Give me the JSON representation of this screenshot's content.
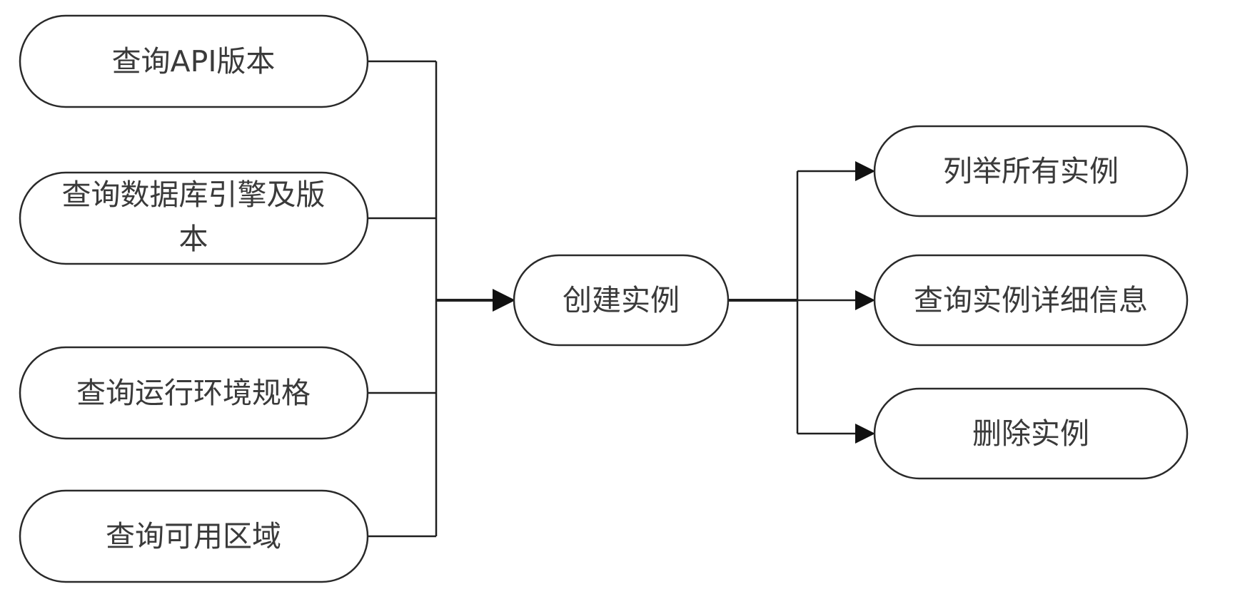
{
  "inputs": [
    {
      "id": "query-api-version",
      "lines": [
        "查询API版本"
      ]
    },
    {
      "id": "query-db-engine-version",
      "lines": [
        "查询数据库引擎及版",
        "本"
      ]
    },
    {
      "id": "query-runtime-spec",
      "lines": [
        "查询运行环境规格"
      ]
    },
    {
      "id": "query-availability-zone",
      "lines": [
        "查询可用区域"
      ]
    }
  ],
  "center": {
    "id": "create-instance",
    "lines": [
      "创建实例"
    ]
  },
  "outputs": [
    {
      "id": "list-all-instances",
      "lines": [
        "列举所有实例"
      ]
    },
    {
      "id": "query-instance-details",
      "lines": [
        "查询实例详细信息"
      ]
    },
    {
      "id": "delete-instance",
      "lines": [
        "删除实例"
      ]
    }
  ],
  "colors": {
    "stroke": "#2a2a2a",
    "text": "#3a3a3a",
    "background": "#ffffff"
  }
}
